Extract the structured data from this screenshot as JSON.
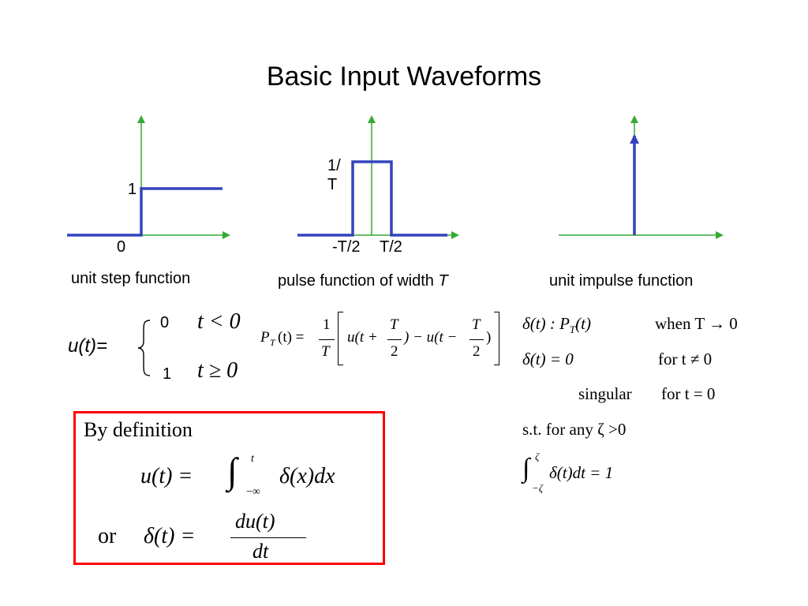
{
  "title": "Basic Input Waveforms",
  "step": {
    "level_label": "1",
    "origin_label": "0",
    "caption": "unit step function",
    "def_prefix": "u(t)=",
    "row1_value": "0",
    "row1_cond": "t < 0",
    "row2_value": "1",
    "row2_cond": "t ≥ 0"
  },
  "pulse": {
    "height_label_top": "1/",
    "height_label_bottom": "T",
    "left_label": "-T/2",
    "right_label": "T/2",
    "caption": "pulse function of width",
    "caption_var": "T",
    "def_lhs": "P",
    "def_lhs_sub": "T",
    "def_lhs_arg": "(t) =",
    "frac_num": "1",
    "frac_den": "T",
    "inner_a": "u(t +",
    "inner_b": ") − u(t −",
    "inner_c": ")",
    "half_num": "T",
    "half_den": "2"
  },
  "impulse": {
    "caption": "unit impulse function",
    "line1_lhs": "δ(t) : P",
    "line1_sub": "T",
    "line1_arg": "(t)",
    "line1_cond": "when  T → 0",
    "line2_lhs": "δ(t) = 0",
    "line2_cond": "for  t ≠ 0",
    "line3_lhs": "singular",
    "line3_cond": "for  t = 0",
    "line4": "s.t.  for  any ζ >0",
    "int_upper": "ζ",
    "int_lower": "−ζ",
    "int_body": "δ(t)dt = 1"
  },
  "definition": {
    "heading": "By definition",
    "eq1_lhs": "u(t) =",
    "eq1_upper": "t",
    "eq1_lower": "−∞",
    "eq1_body": "δ(x)dx",
    "eq2_or": "or",
    "eq2_lhs": "δ(t) =",
    "eq2_num": "du(t)",
    "eq2_den": "dt"
  },
  "colors": {
    "axis": "#33aa33",
    "signal": "#3344bb",
    "box": "#ff0000"
  }
}
